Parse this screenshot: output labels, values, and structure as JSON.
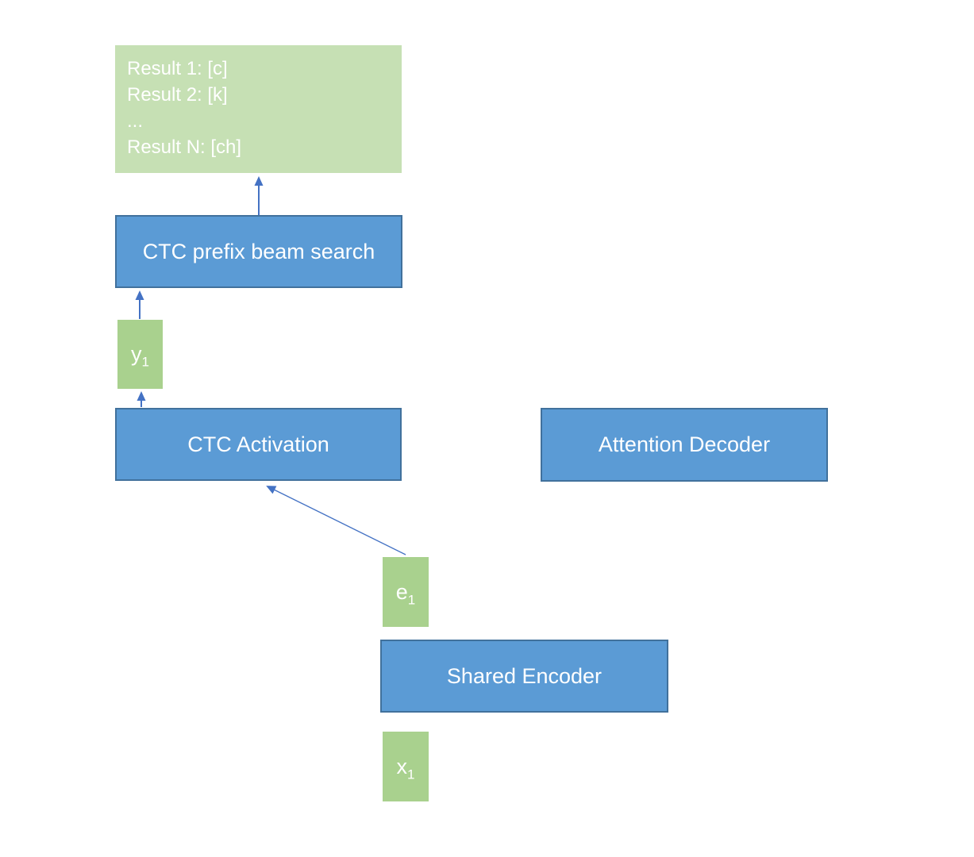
{
  "diagram": {
    "colors": {
      "green_light": "#c6e0b4",
      "green_mid": "#a9d18e",
      "blue_fill": "#5b9bd5",
      "blue_border": "#41719c",
      "arrow": "#4472c4",
      "text": "#ffffff"
    },
    "results_box": {
      "lines": [
        "Result 1: [c]",
        "Result 2: [k]",
        "...",
        "Result N: [ch]"
      ]
    },
    "nodes": {
      "ctc_prefix_beam_search": {
        "label": "CTC prefix beam search"
      },
      "ctc_activation": {
        "label": "CTC Activation"
      },
      "attention_decoder": {
        "label": "Attention Decoder"
      },
      "shared_encoder": {
        "label": "Shared Encoder"
      },
      "y1": {
        "base": "y",
        "sub": "1"
      },
      "e1": {
        "base": "e",
        "sub": "1"
      },
      "x1": {
        "base": "x",
        "sub": "1"
      }
    },
    "edges": [
      {
        "from": "ctc_prefix_beam_search",
        "to": "results_box"
      },
      {
        "from": "y1",
        "to": "ctc_prefix_beam_search"
      },
      {
        "from": "ctc_activation",
        "to": "y1"
      },
      {
        "from": "e1",
        "to": "ctc_activation"
      }
    ]
  }
}
